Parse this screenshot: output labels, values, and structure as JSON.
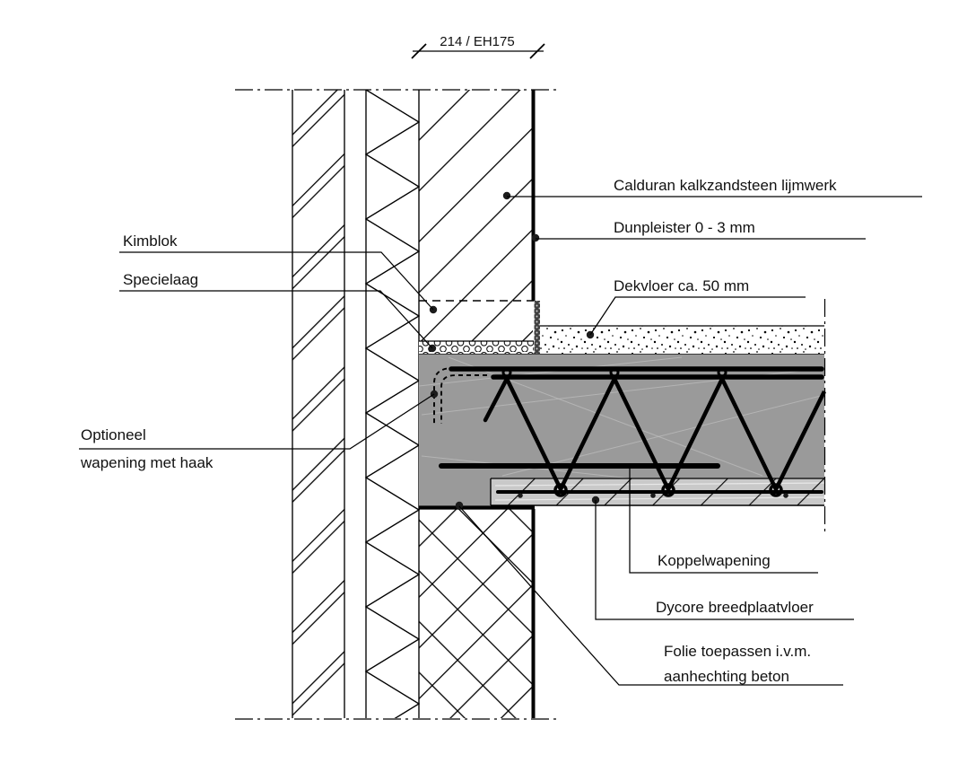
{
  "drawing": {
    "dimension_label": "214 / EH175",
    "labels": {
      "calduran": "Calduran kalkzandsteen lijmwerk",
      "dunpleister": "Dunpleister 0 - 3 mm",
      "dekvloer": "Dekvloer ca. 50 mm",
      "kimblok": "Kimblok",
      "specielaag": "Specielaag",
      "optioneel_1": "Optioneel",
      "optioneel_2": "wapening met haak",
      "koppelwapening": "Koppelwapening",
      "dycore": "Dycore breedplaatvloer",
      "folie_1": "Folie toepassen i.v.m.",
      "folie_2": "aanhechting beton"
    },
    "colors": {
      "slab_concrete": "#9a9a9a",
      "precast_plank": "#c9c9c9",
      "edge_strip": "#3f3f3f",
      "line": "#000000"
    }
  }
}
